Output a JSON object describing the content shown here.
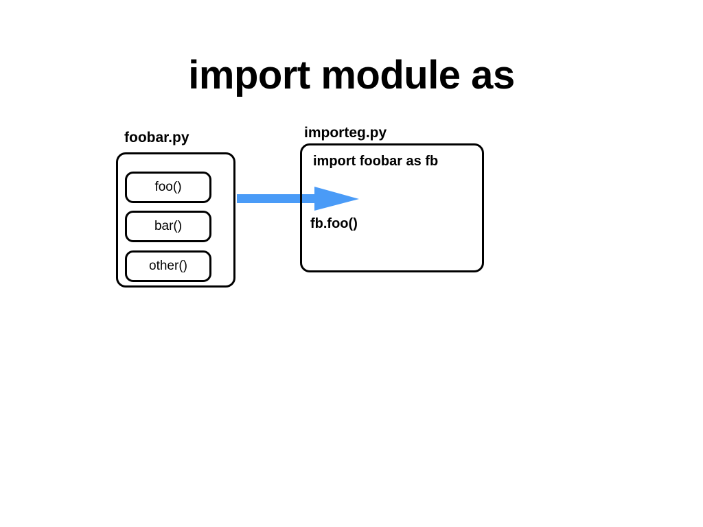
{
  "slide": {
    "title": "import module as"
  },
  "module_file": {
    "label": "foobar.py",
    "functions": [
      "foo()",
      "bar()",
      "other()"
    ]
  },
  "script_file": {
    "label": "importeg.py",
    "code_lines": [
      "import foobar as fb",
      "fb.foo()"
    ]
  },
  "colors": {
    "arrow": "#4a9bf7",
    "outline": "#000000",
    "background": "#ffffff"
  },
  "icons": {
    "arrow": "right-arrow-icon"
  }
}
